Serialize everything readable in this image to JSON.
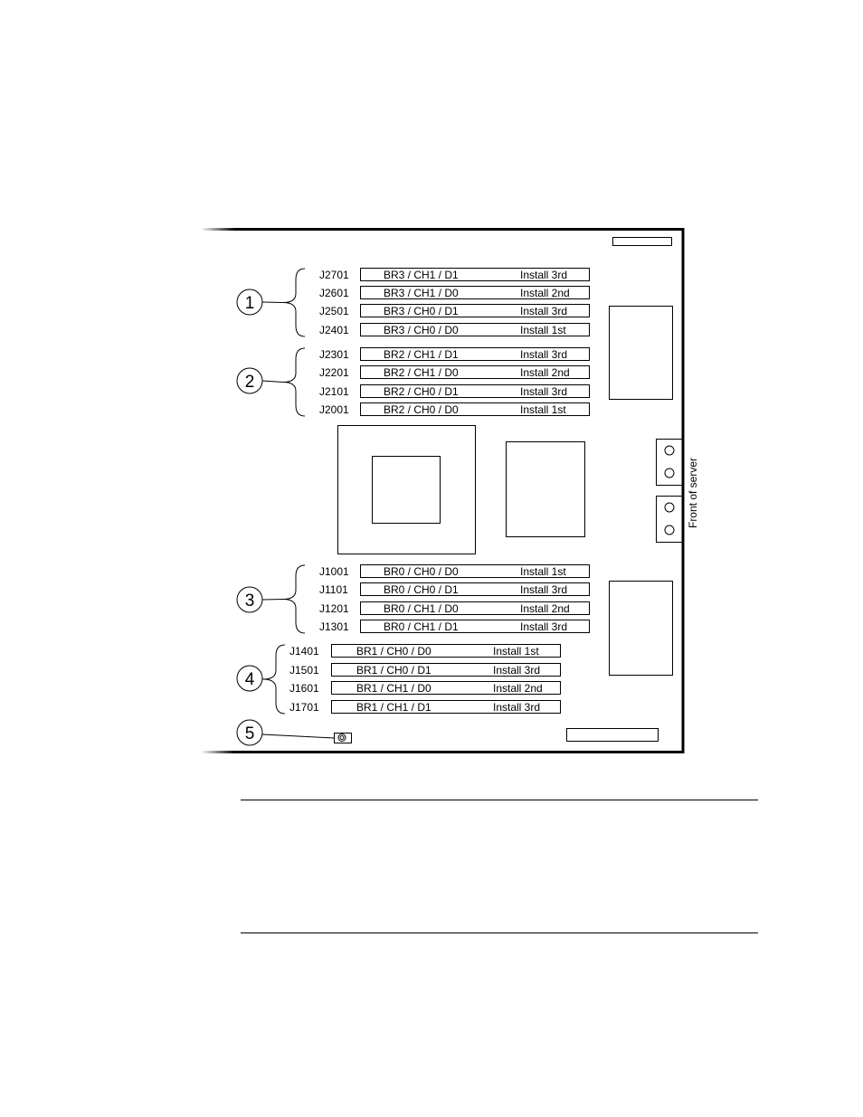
{
  "figure": {
    "side_label": "Front of server",
    "callouts": [
      {
        "number": "1",
        "slots": [
          {
            "connector": "J2701",
            "slot": "BR3 / CH1 / D1",
            "order": "Install 3rd"
          },
          {
            "connector": "J2601",
            "slot": "BR3 / CH1 / D0",
            "order": "Install 2nd"
          },
          {
            "connector": "J2501",
            "slot": "BR3 / CH0 / D1",
            "order": "Install 3rd"
          },
          {
            "connector": "J2401",
            "slot": "BR3 / CH0 / D0",
            "order": "Install 1st"
          }
        ]
      },
      {
        "number": "2",
        "slots": [
          {
            "connector": "J2301",
            "slot": "BR2 / CH1 / D1",
            "order": "Install 3rd"
          },
          {
            "connector": "J2201",
            "slot": "BR2 / CH1 / D0",
            "order": "Install 2nd"
          },
          {
            "connector": "J2101",
            "slot": "BR2 / CH0 / D1",
            "order": "Install 3rd"
          },
          {
            "connector": "J2001",
            "slot": "BR2 / CH0 / D0",
            "order": "Install 1st"
          }
        ]
      },
      {
        "number": "3",
        "slots": [
          {
            "connector": "J1001",
            "slot": "BR0 / CH0 / D0",
            "order": "Install 1st"
          },
          {
            "connector": "J1101",
            "slot": "BR0 / CH0 / D1",
            "order": "Install 3rd"
          },
          {
            "connector": "J1201",
            "slot": "BR0 / CH1 / D0",
            "order": "Install 2nd"
          },
          {
            "connector": "J1301",
            "slot": "BR0 / CH1 / D1",
            "order": "Install 3rd"
          }
        ]
      },
      {
        "number": "4",
        "slots": [
          {
            "connector": "J1401",
            "slot": "BR1 / CH0 / D0",
            "order": "Install 1st"
          },
          {
            "connector": "J1501",
            "slot": "BR1 / CH0 / D1",
            "order": "Install 3rd"
          },
          {
            "connector": "J1601",
            "slot": "BR1 / CH1 / D0",
            "order": "Install 2nd"
          },
          {
            "connector": "J1701",
            "slot": "BR1 / CH1 / D1",
            "order": "Install 3rd"
          }
        ]
      },
      {
        "number": "5",
        "slots": []
      }
    ]
  }
}
